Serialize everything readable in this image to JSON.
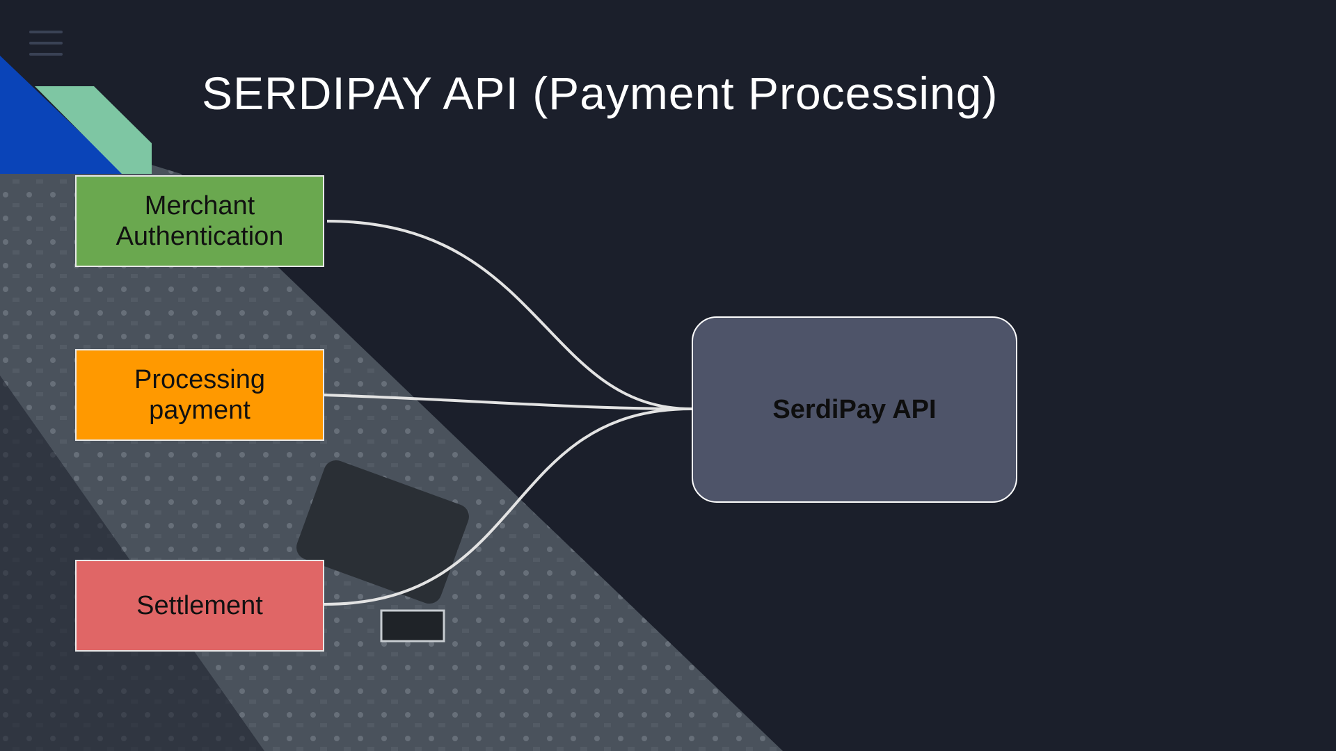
{
  "slide": {
    "title": "SERDIPAY API (Payment Processing)"
  },
  "diagram": {
    "left_nodes": [
      {
        "label": "Merchant\nAuthentication",
        "color": "#6aa84f"
      },
      {
        "label": "Processing\npayment",
        "color": "#ff9900"
      },
      {
        "label": "Settlement",
        "color": "#e06666"
      }
    ],
    "center_node": {
      "label": "SerdiPay API",
      "color": "#4e5469"
    }
  },
  "colors": {
    "background": "#1b1f2b",
    "accent_blue": "#0a44b8",
    "accent_green": "#7ec6a3",
    "connector": "#e3e3e3"
  },
  "icons": {
    "menu": "hamburger-menu-icon"
  }
}
